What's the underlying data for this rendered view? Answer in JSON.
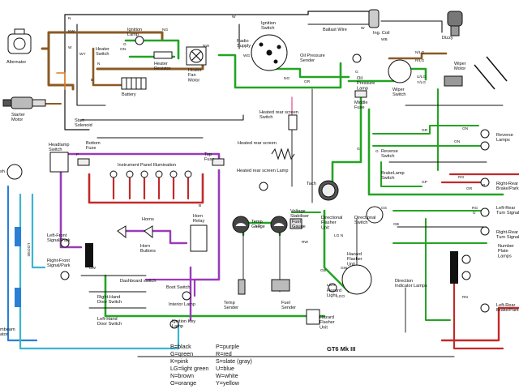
{
  "title": "GT6 Mk III",
  "colors": {
    "black": "#111111",
    "green": "#23a423",
    "purple": "#9a3bb8",
    "red": "#c22a2a",
    "brown": "#8a5a22",
    "blue": "#2a7fd4",
    "lightblue": "#3cb4d2",
    "orange": "#e07a1c",
    "pink": "#e86fa8"
  },
  "components": {
    "alternator": "Alternator",
    "starter_motor": "Starter\nMotor",
    "start_solenoid": "Start\nSolenoid",
    "battery": "Battery",
    "ignition_lamp": "Ignition\nLamp",
    "heater_switch": "Heater\nSwitch",
    "heater_resistor": "Heater\nResistor",
    "heater_fan_motor": "Heater\nFan\nMotor",
    "radio_supply": "Radio\nSupply",
    "ignition_switch": "Ignition\nSwitch",
    "ballast_wire": "Ballast Wire",
    "ing_coil": "Ing. Coil",
    "dizzy": "Dizzy",
    "oil_pressure_sender": "Oil Pressure\nSender",
    "oil_pressure_lamp": "Oil\nPressure\nLamp",
    "wiper_switch": "Wiper\nSwitch",
    "wiper_motor": "Wiper\nMotor",
    "middle_fuse": "Middle\nFuse",
    "heated_rear_screen_switch": "Heated rear screen\nSwitch",
    "heated_rear_screen": "Heated rear screen",
    "heated_rear_screen_lamp": "Heated rear screen Lamp",
    "tach": "Tach",
    "reverse_lamps": "Reverse\nLamps",
    "reverse_switch": "Reverse\nSwitch",
    "brake_lamp_switch": "BrakeLamp\nSwitch",
    "right_rear_brake_park": "Right-Rear\nBrake/Park",
    "left_rear_turn_signal": "Left-Rear\nTurn Signal",
    "right_rear_turn_signal": "Right-Rear\nTurn Signal",
    "number_plate_lamps": "Number\nPlate\nLamps",
    "left_rear_brake_park": "Left-Rear\nBrake/Park",
    "headlamp_switch": "Headlamp\nSwitch",
    "bottom_fuse": "Bottom\nFuse",
    "instrument_panel_illumination": "Instrument Panel Illumination",
    "top_fuse": "Top\nFuse",
    "horns": "Horns",
    "horn_relay": "Horn\nRelay",
    "horn_buttons": "Horn\nButtons",
    "dashboard_switch": "Dashboard switch",
    "boot_switch": "Boot Switch",
    "interior_lamp": "Interior Lamp",
    "right_hand_door_switch": "Right-Hand\nDoor Switch",
    "left_hand_door_switch": "Left-Hand\nDoor Switch",
    "ignition_key_lamp": "Ignition Key\nLamp",
    "left_front_signal_park": "Left-Front\nSignal/Park",
    "right_front_signal_park": "Right-Front\nSignal/Park",
    "voltage_stabiliser": "Voltage\nStabiliser",
    "temp_gauge": "Temp\nGauge",
    "fuel_gauge": "Fuel\nGauge",
    "temp_sender": "Temp\nSender",
    "fuel_sender": "Fuel\nSender",
    "directional_flasher_unit": "Directional\nFlasher\nUnit",
    "directional_switch": "Directional\nSwitch",
    "hazard_flasher_unit_mid": "Hazard\nFlasher\nUnit",
    "hazard_light": "Hazard\nLight",
    "direction_indicator_lamps": "Direction\nIndicator Lamps",
    "hazard_flasher_unit": "Hazard\nFlasher\nUnit",
    "left_edge_1": "sh",
    "left_edge_2": "mbeam\nator",
    "left_vertical": "LOOSE"
  },
  "wire_codes": {
    "w1": "N",
    "w2": "NW",
    "w3": "W",
    "w4": "WY",
    "w5": "N",
    "w6": "B",
    "w7": "GN",
    "w8": "G",
    "w9": "NG",
    "w10": "NW",
    "w11": "W",
    "w12": "WG",
    "w13": "NG",
    "w14": "GR",
    "w15": "W",
    "w16": "WB",
    "w17": "G",
    "w18": "N/LG",
    "w19": "R/LG",
    "w20": "U/LG",
    "w21": "Y/LG",
    "w22": "GN",
    "w23": "GR",
    "w24": "GN",
    "w25": "GP",
    "w26": "G",
    "w27": "RO",
    "w28": "GR",
    "w29": "RG",
    "w30": "U",
    "w31": "LG",
    "w32": "LG N",
    "w33": "RW",
    "w34": "GB",
    "w35": "GW",
    "w36": "LGN",
    "w37": "LGO",
    "w38": "GB",
    "w39": "RN",
    "w40": "P",
    "w41": "B",
    "w42": "G",
    "w43": "R",
    "w44": "GS",
    "w45": "UW"
  },
  "legend": [
    "B=black",
    "G=green",
    "K=pink",
    "LG=light green",
    "N=brown",
    "O=orange",
    "P=purple",
    "R=red",
    "S=slate (gray)",
    "U=blue",
    "W=white",
    "Y=yellow"
  ]
}
